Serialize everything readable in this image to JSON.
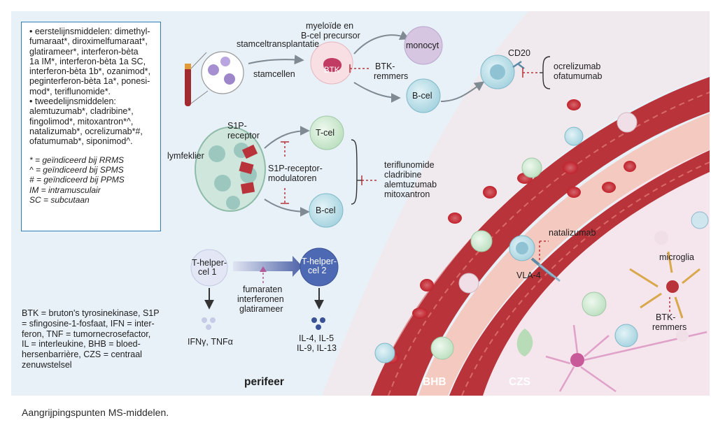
{
  "legend_box": {
    "first_line": "• eerstelijnsmiddelen: dimethyl-fumaraat*, diroximelfumaraat*, glatirameer*, interferon-bèta 1a IM*, interferon-bèta 1a SC, interferon-bèta 1b*, ozanimod*, peginterferon-bèta 1a*, ponesi-mod*, teriflunomide*.",
    "first_line_wrapped": [
      "• eerstelijnsmiddelen: dimethyl-",
      "fumaraat*, diroximelfumaraat*,",
      "glatirameer*, interferon-bèta",
      "1a IM*, interferon-bèta 1a SC,",
      "interferon-bèta 1b*, ozanimod*,",
      "peginterferon-bèta 1a*, ponesi-",
      "mod*, teriflunomide*."
    ],
    "second_line_wrapped": [
      "• tweedelijnsmiddelen:",
      "alemtuzumab*, cladribine*,",
      "fingolimod*, mitoxantron*^,",
      "natalizumab*, ocrelizumab*#,",
      "ofatumumab*, siponimod^."
    ],
    "footnotes": [
      "* = geïndiceerd bij RRMS",
      "^ = geïndiceerd bij SPMS",
      "# = geïndiceerd bij PPMS",
      "IM = intramusculair",
      "SC = subcutaan"
    ]
  },
  "abbreviations": [
    "BTK = bruton's tyrosinekinase, S1P",
    "= sfingosine-1-fosfaat, IFN = inter-",
    "feron, TNF = tumornecrosefactor,",
    "IL = interleukine, BHB = bloed-",
    "hersenbarrière, CZS = centraal",
    "zenuwstelsel"
  ],
  "labels": {
    "stamceltransplantatie": "stamceltransplantatie",
    "stamcellen": "stamcellen",
    "precursor_1": "myeloïde en",
    "precursor_2": "B-cel precursor",
    "btk": "BTK",
    "btk_remmers_1": "BTK-",
    "btk_remmers_2": "remmers",
    "monocyt": "monocyt",
    "bcel": "B-cel",
    "cd20": "CD20",
    "ocrelizumab": "ocrelizumab",
    "ofatumumab": "ofatumumab",
    "s1p_rec_1": "S1P-",
    "s1p_rec_2": "receptor",
    "lymfeklier": "lymfeklier",
    "s1p_mod_1": "S1P-receptor-",
    "s1p_mod_2": "modulatoren",
    "tcel": "T-cel",
    "bcel2": "B-cel",
    "drugs2": [
      "teriflunomide",
      "cladribine",
      "alemtuzumab",
      "mitoxantron"
    ],
    "th1_1": "T-helper-",
    "th1_2": "cel 1",
    "th2_1": "T-helper-",
    "th2_2": "cel 2",
    "fumaraten": [
      "fumaraten",
      "interferonen",
      "glatirameer"
    ],
    "ifn": "IFNγ, TNFα",
    "il_1": "IL-4, IL-5",
    "il_2": "IL-9, IL-13",
    "natalizumab": "natalizumab",
    "vla4": "VLA-4",
    "microglia": "microglia",
    "btk_remmers2_1": "BTK-",
    "btk_remmers2_2": "remmers",
    "perifeer": "perifeer",
    "bhb": "BHB",
    "czs": "CZS"
  },
  "caption": "Aangrijpingspunten MS-middelen.",
  "colors": {
    "panel": "#e9f1f8",
    "box_border": "#2f7db5",
    "vessel": "#b8333a",
    "brain": "#f6e6ee",
    "bcell": "#b7dde6",
    "tcell": "#cfe9d2"
  }
}
